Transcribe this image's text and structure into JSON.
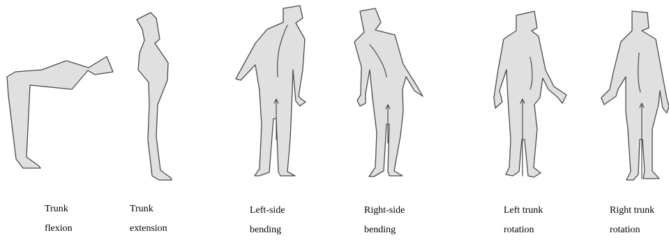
{
  "figure": {
    "postures": [
      {
        "line1": "Trunk",
        "line2": "flexion"
      },
      {
        "line1": "Trunk",
        "line2": "extension"
      },
      {
        "line1": "Left-side",
        "line2": "bending"
      },
      {
        "line1": "Right-side",
        "line2": "bending"
      },
      {
        "line1": "Left trunk",
        "line2": "rotation"
      },
      {
        "line1": "Right trunk",
        "line2": "rotation"
      }
    ],
    "colors": {
      "figure_fill": "#e0e0e0",
      "figure_stroke": "#4a4a4a"
    }
  }
}
